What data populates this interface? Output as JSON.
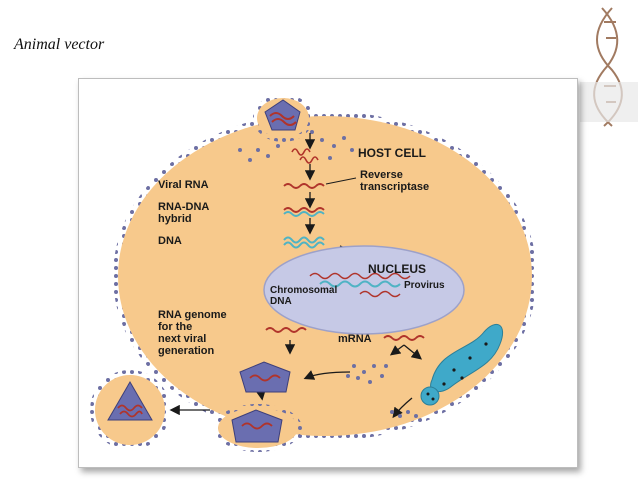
{
  "slide": {
    "title": "Animal vector"
  },
  "diagram": {
    "host_cell_label": "HOST CELL",
    "viral_rna_label": "Viral RNA",
    "reverse_transcriptase_label": [
      "Reverse",
      "transcriptase"
    ],
    "rna_dna_hybrid_label": [
      "RNA-DNA",
      "hybrid"
    ],
    "dna_label": "DNA",
    "nucleus_label": "NUCLEUS",
    "chromosomal_dna_label": [
      "Chromosomal",
      "DNA"
    ],
    "provirus_label": "Provirus",
    "rna_genome_label": [
      "RNA genome",
      "for the",
      "next viral",
      "generation"
    ],
    "mrna_label": "mRNA"
  },
  "colors": {
    "cell_fill": "#f7c98c",
    "cell_border": "#7a7aa8",
    "nucleus_fill": "#c6c9e6",
    "rna_color": "#b0342b",
    "dna_color": "#4fb3c4",
    "virion_fill": "#6a6eb0",
    "protein_fill": "#3fa9c9"
  }
}
